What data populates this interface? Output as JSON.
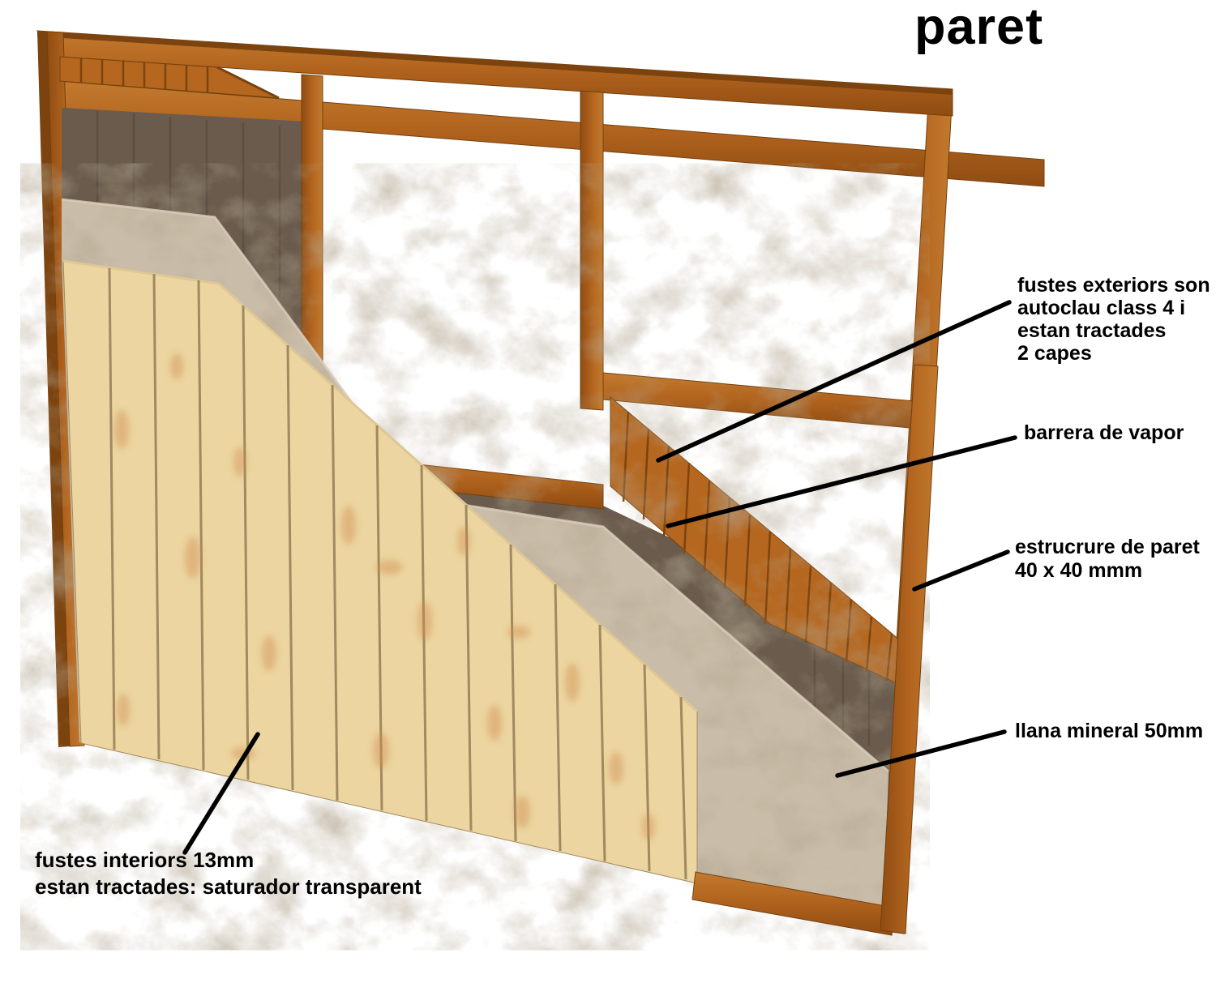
{
  "title": "paret",
  "labels": {
    "exterior": {
      "lines": [
        "fustes exteriors son",
        "autoclau class 4 i",
        "estan tractades",
        "2 capes"
      ]
    },
    "vapor_barrier": {
      "text": "barrera de vapor"
    },
    "structure": {
      "lines": [
        "estrucrure de paret",
        "40 x 40 mmm"
      ]
    },
    "mineral_wool": {
      "text": "llana mineral 50mm"
    },
    "interior": {
      "lines": [
        "fustes interiors 13mm",
        "estan tractades: saturador transparent"
      ]
    }
  },
  "colors": {
    "frame": "#b2641e",
    "frame_dark": "#7c430e",
    "exterior_planks": "#b5671f",
    "vapor_barrier": "#6a5b4c",
    "mineral_wool": "#c9bca8",
    "interior_planks": "#ecd5a0",
    "interior_gap": "#a08a5f",
    "annotation": "#000000"
  }
}
